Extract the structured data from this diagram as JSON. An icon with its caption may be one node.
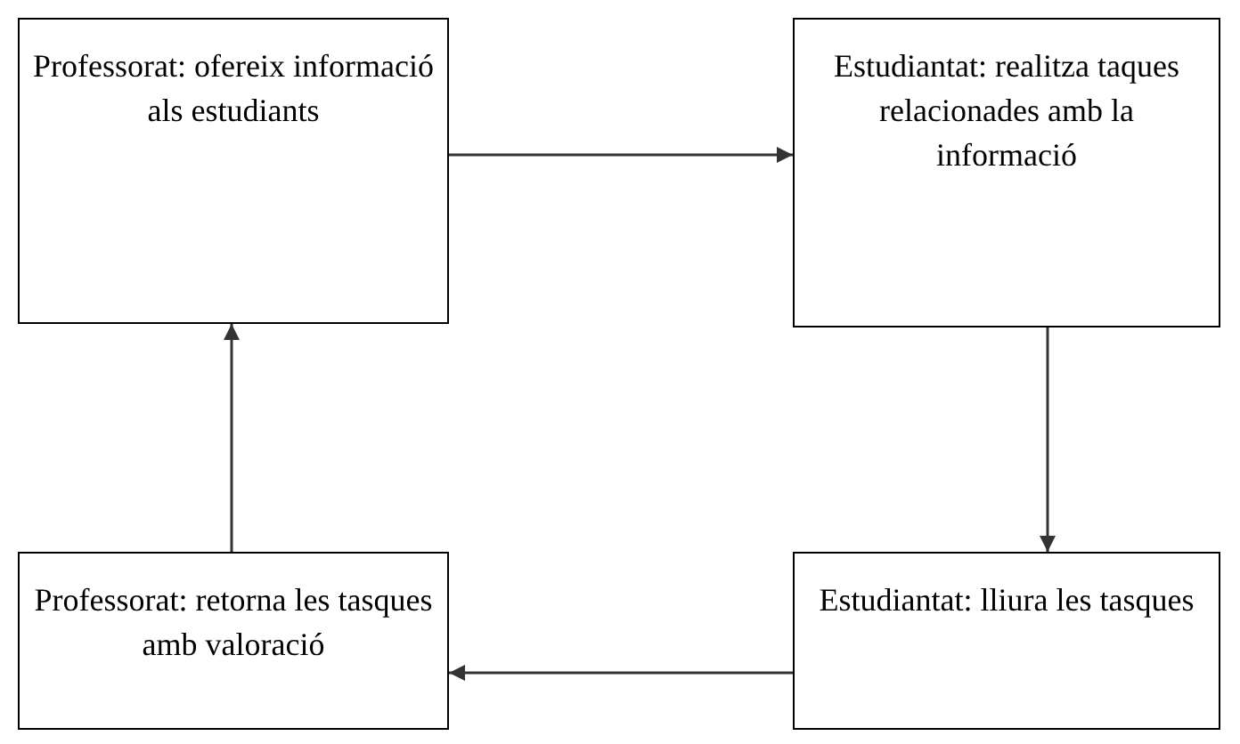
{
  "diagram": {
    "nodes": [
      {
        "text": [
          "Professorat: ofereix informació als estudiants"
        ]
      },
      {
        "text": [
          "Estudiantat: realitza taques relacionades amb la informació"
        ]
      },
      {
        "text": [
          "Estudiantat: lliura les tasques"
        ]
      },
      {
        "text": [
          "Professorat: retorna les tasques amb valoració"
        ]
      }
    ],
    "edges": [
      {
        "from": 0,
        "to": 1,
        "arrow": "to"
      },
      {
        "from": 1,
        "to": 2,
        "arrow": "to"
      },
      {
        "from": 2,
        "to": 3,
        "arrow": "to"
      },
      {
        "from": 3,
        "to": 0,
        "arrow": "to"
      }
    ]
  }
}
